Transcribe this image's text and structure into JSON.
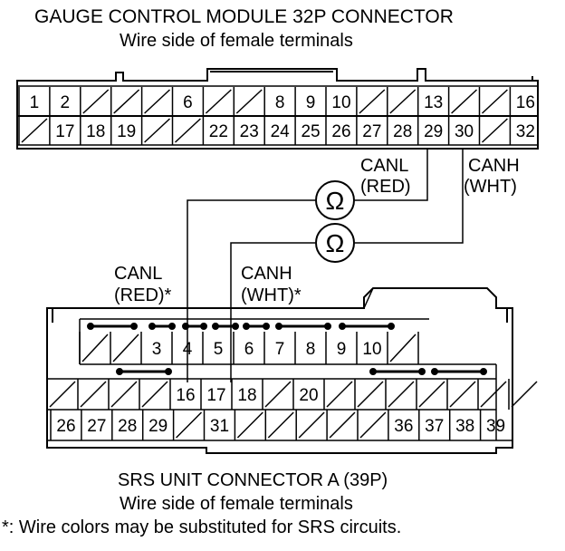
{
  "top_connector": {
    "title": "GAUGE CONTROL MODULE 32P CONNECTOR",
    "subtitle": "Wire side of female terminals",
    "row1": [
      "1",
      "2",
      "/",
      "/",
      "/",
      "6",
      "/",
      "/",
      "8",
      "9",
      "10",
      "/",
      "/",
      "13",
      "/",
      "/",
      "16"
    ],
    "row2": [
      "/",
      "17",
      "18",
      "19",
      "/",
      "/",
      "22",
      "23",
      "24",
      "25",
      "26",
      "27",
      "28",
      "29",
      "30",
      "/",
      "32"
    ]
  },
  "meters": {
    "symbol": "Ω",
    "canl_label_line1": "CANL",
    "canl_label_line2": "(RED)",
    "canh_label_line1": "CANH",
    "canh_label_line2": "(WHT)"
  },
  "srs_labels": {
    "canl_line1": "CANL",
    "canl_line2": "(RED)*",
    "canh_line1": "CANH",
    "canh_line2": "(WHT)*"
  },
  "bottom_connector": {
    "row1": [
      "/",
      "/",
      "3",
      "4",
      "5",
      "6",
      "7",
      "8",
      "9",
      "10",
      "/",
      ""
    ],
    "row2": [
      "/",
      "/",
      "/",
      "/",
      "16",
      "17",
      "18",
      "/",
      "20",
      "/",
      "/",
      "/",
      "/",
      "/",
      "/",
      "/"
    ],
    "row3": [
      "26",
      "27",
      "28",
      "29",
      "/",
      "31",
      "/",
      "/",
      "/",
      "/",
      "/",
      "36",
      "37",
      "38",
      "39"
    ],
    "title": "SRS UNIT CONNECTOR A (39P)",
    "subtitle": "Wire side of female terminals",
    "footnote": "*: Wire colors may be substituted for SRS circuits."
  }
}
